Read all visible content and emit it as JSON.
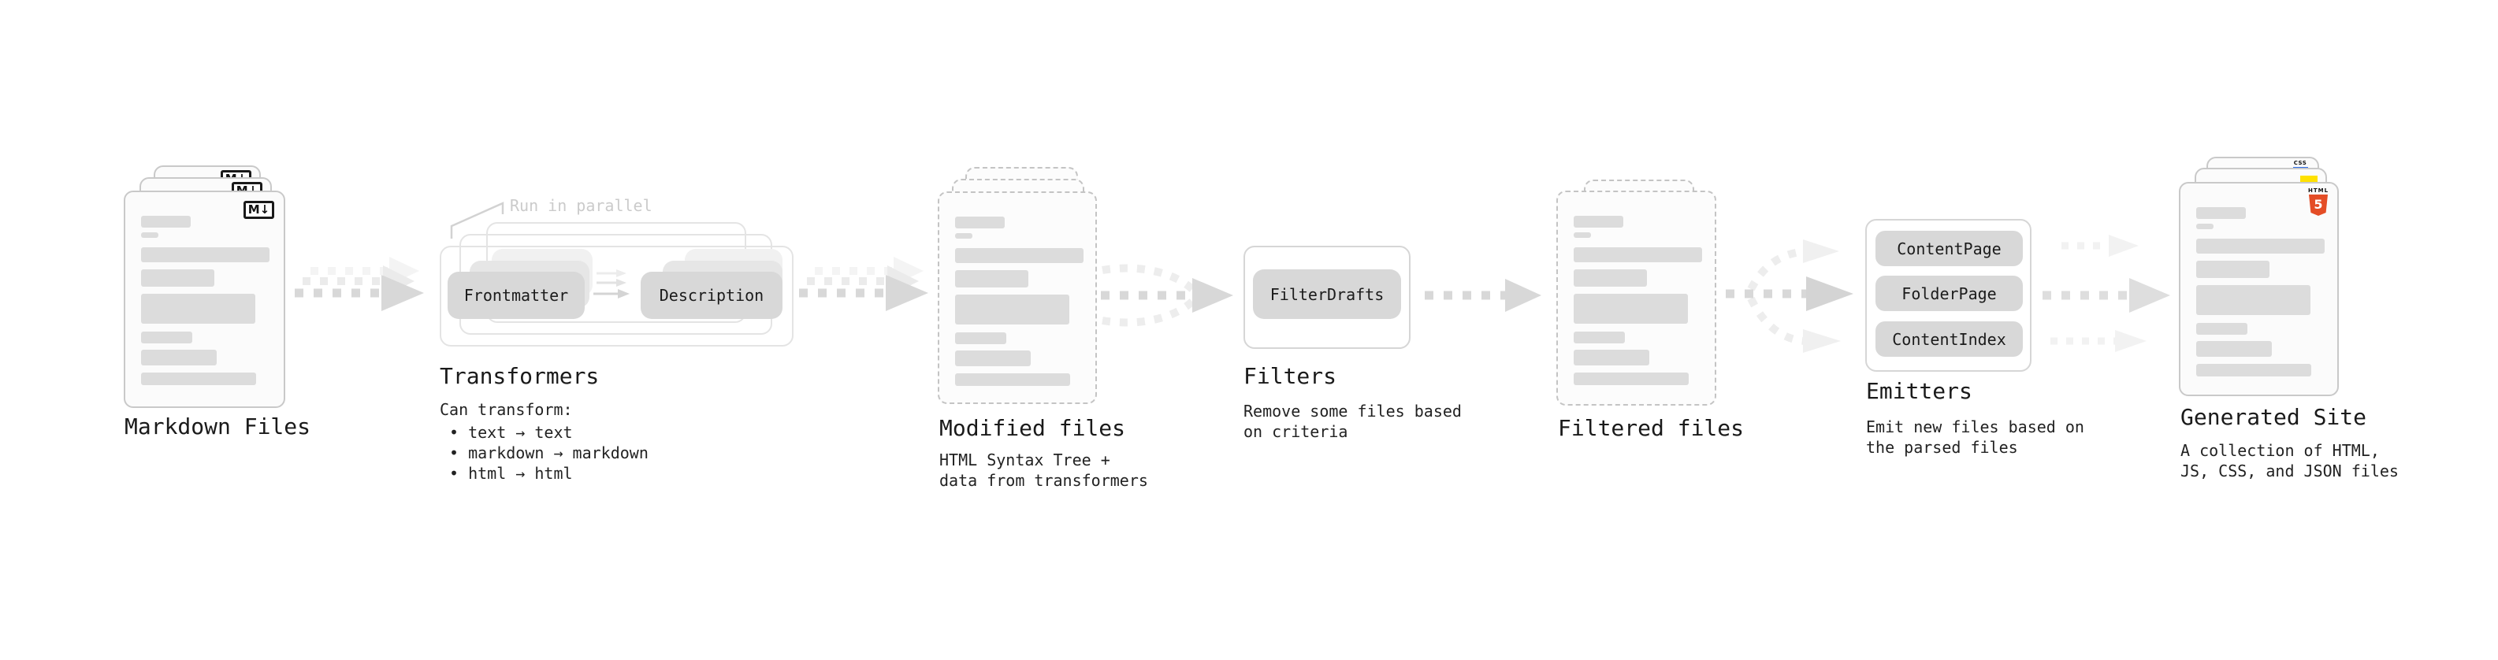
{
  "diagram": {
    "markdown_files": {
      "label": "Markdown Files",
      "file_icon": "M↓"
    },
    "transformers": {
      "heading": "Transformers",
      "parallel_note": "Run in parallel",
      "input_pill": "Frontmatter",
      "output_pill": "Description",
      "desc_title": "Can transform:",
      "bullets": [
        "• text → text",
        "• markdown → markdown",
        "• html → html"
      ]
    },
    "modified_files": {
      "label": "Modified files",
      "desc": "HTML Syntax Tree +\ndata from transformers"
    },
    "filters": {
      "heading": "Filters",
      "pill": "FilterDrafts",
      "desc": "Remove some files based\non criteria"
    },
    "filtered_files": {
      "label": "Filtered files"
    },
    "emitters": {
      "heading": "Emitters",
      "pills": [
        "ContentPage",
        "FolderPage",
        "ContentIndex"
      ],
      "desc": "Emit new files based on\nthe parsed files"
    },
    "generated_site": {
      "label": "Generated Site",
      "desc": "A collection of HTML,\nJS, CSS, and JSON files",
      "css_badge": "CSS",
      "html_badge_title": "HTML",
      "html_badge_number": "5"
    }
  },
  "colors": {
    "html5_orange": "#e44d26",
    "js_yellow": "#ffe100",
    "css_blue": "#2e6de8",
    "pill_gray": "#d8d8d8",
    "bar_gray": "#dcdcdc",
    "arrow_gray": "#d8d8d8",
    "note_gray": "#cbcbcb"
  }
}
